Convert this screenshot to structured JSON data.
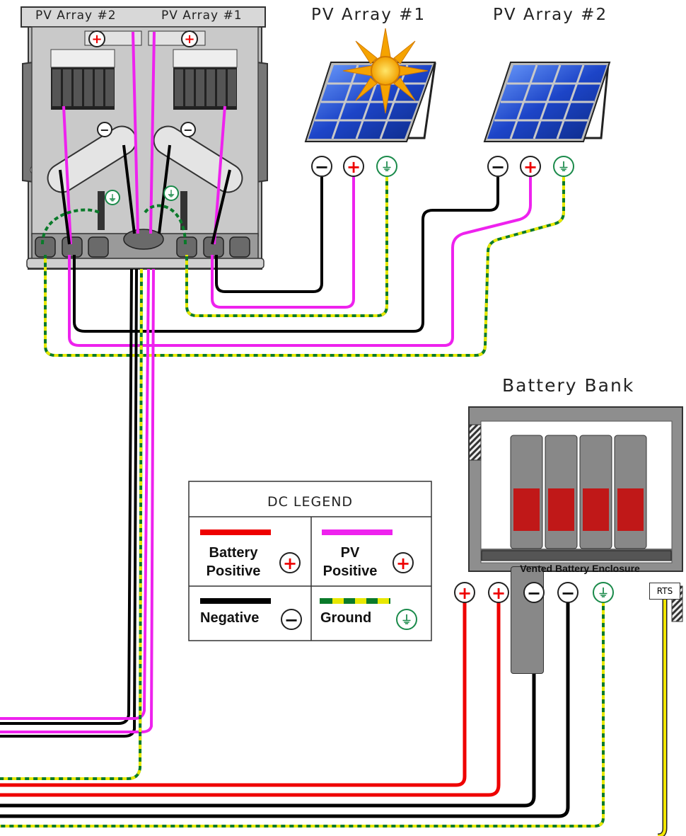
{
  "combiner": {
    "label_left": "PV Array #2",
    "label_right": "PV Array #1"
  },
  "arrays": [
    {
      "title": "PV Array #1"
    },
    {
      "title": "PV Array #2"
    }
  ],
  "battery_bank": {
    "title": "Battery Bank",
    "enclosure_label": "Vented Battery Enclosure",
    "rts_label": "RTS"
  },
  "legend": {
    "title": "DC LEGEND",
    "battery_positive": "Battery\nPositive",
    "battery_positive_l1": "Battery",
    "battery_positive_l2": "Positive",
    "pv_positive_l1": "PV",
    "pv_positive_l2": "Positive",
    "negative": "Negative",
    "ground": "Ground"
  },
  "colors": {
    "battery_positive": "#ee0000",
    "pv_positive": "#ee22ee",
    "negative": "#000000",
    "ground_green": "#0a7a2a",
    "ground_yellow": "#e8e800",
    "ground_symbol": "#1a8a4a",
    "panel_blue": "#1f4fd0",
    "rts_wire": "#f2e600"
  },
  "symbols": {
    "positive": "+",
    "negative": "−"
  }
}
